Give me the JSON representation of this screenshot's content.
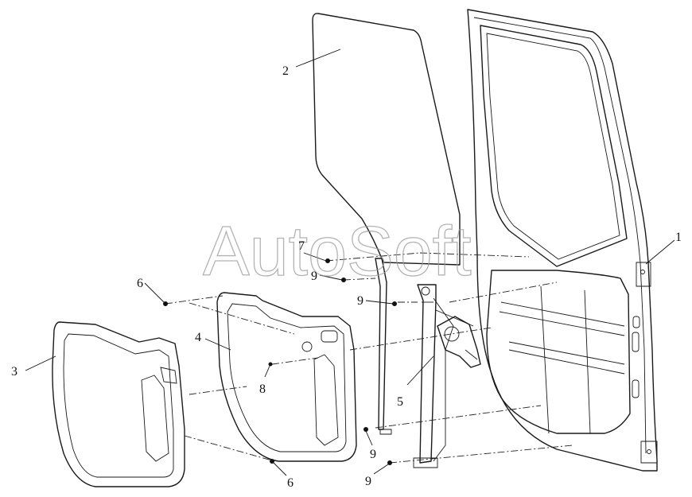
{
  "diagram": {
    "watermark": "AutoSoft",
    "callouts": {
      "c1": "1",
      "c2": "2",
      "c3": "3",
      "c4": "4",
      "c5": "5",
      "c6_top": "6",
      "c6_bottom": "6",
      "c7": "7",
      "c8": "8",
      "c9_a": "9",
      "c9_b": "9",
      "c9_c": "9",
      "c9_d": "9"
    },
    "parts": [
      "door-frame",
      "window-glass",
      "door-trim-pad",
      "inner-panel",
      "window-regulator",
      "screw",
      "glass-guide-channel",
      "fastener",
      "bolt"
    ],
    "line_color": "#1a1a1a",
    "watermark_color": "#9a9a9a"
  }
}
